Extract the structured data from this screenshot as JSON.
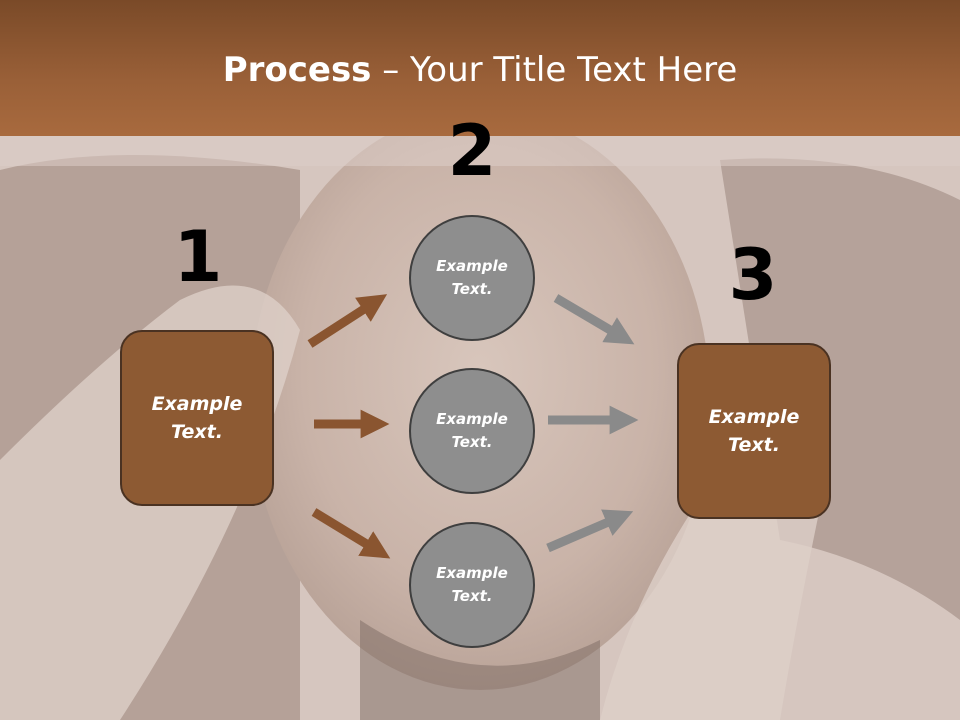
{
  "title": {
    "bold": "Process",
    "rest": " – Your Title Text Here"
  },
  "steps": [
    {
      "number": "1",
      "text": "Example\nText."
    },
    {
      "number": "2",
      "text": "Example\nText."
    },
    {
      "number": "3",
      "text": "Example\nText."
    }
  ],
  "circles": [
    {
      "text": "Example\nText."
    },
    {
      "text": "Example\nText."
    },
    {
      "text": "Example\nText."
    }
  ],
  "colors": {
    "header": "#9a6038",
    "box_fill": "#8d5a33",
    "circle_fill": "#8e8e8e",
    "arrow_brown": "#8a5530",
    "arrow_gray": "#8a8a8a"
  }
}
